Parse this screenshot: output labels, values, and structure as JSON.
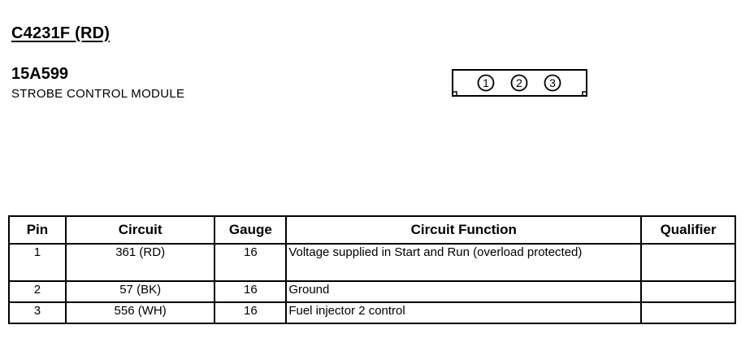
{
  "header": {
    "connector_id": "C4231F (RD)",
    "part_number": "15A599",
    "description": "STROBE CONTROL MODULE"
  },
  "connector": {
    "pins": [
      "1",
      "2",
      "3"
    ]
  },
  "table": {
    "headers": {
      "pin": "Pin",
      "circuit": "Circuit",
      "gauge": "Gauge",
      "function": "Circuit Function",
      "qualifier": "Qualifier"
    },
    "rows": [
      {
        "pin": "1",
        "circuit": "361 (RD)",
        "gauge": "16",
        "function": "Voltage supplied in Start and Run (overload protected)",
        "qualifier": ""
      },
      {
        "pin": "2",
        "circuit": "57 (BK)",
        "gauge": "16",
        "function": "Ground",
        "qualifier": ""
      },
      {
        "pin": "3",
        "circuit": "556 (WH)",
        "gauge": "16",
        "function": "Fuel injector 2 control",
        "qualifier": ""
      }
    ]
  }
}
